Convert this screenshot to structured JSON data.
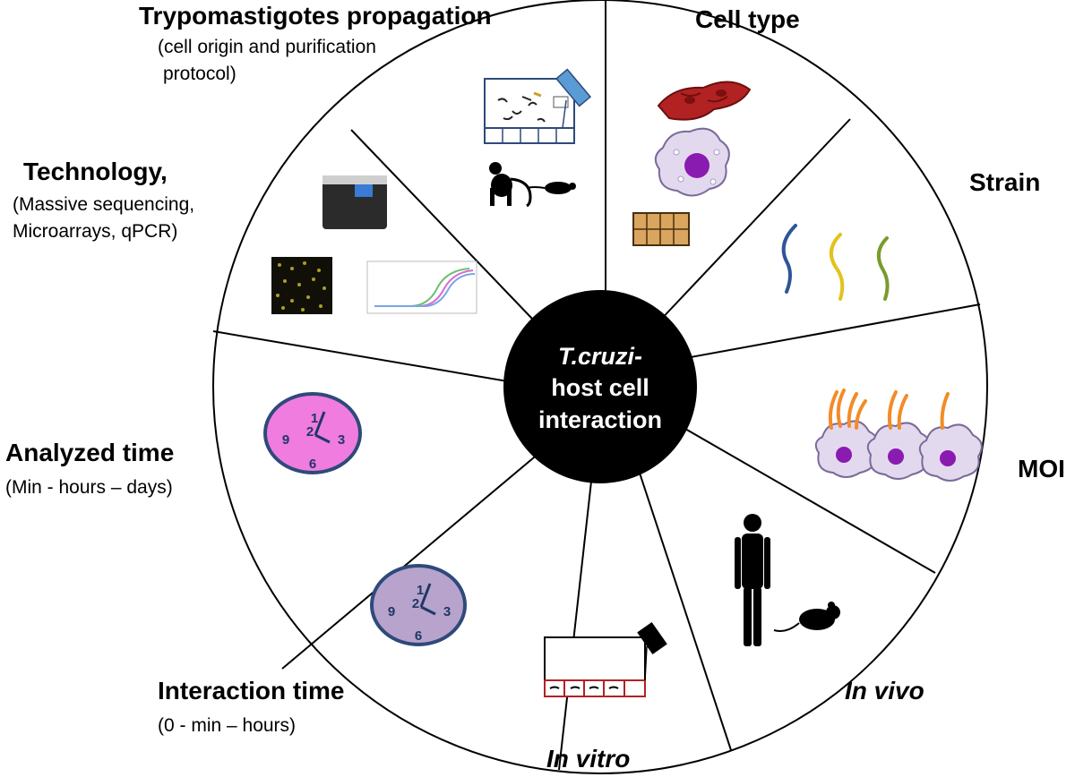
{
  "center": {
    "line1": "T.cruzi-",
    "line2": "host cell",
    "line3": "interaction"
  },
  "segments": {
    "trypomastigotes": {
      "title": "Trypomastigotes propagation",
      "subtitle_line1": "(cell origin and purification",
      "subtitle_line2": "protocol)"
    },
    "cell_type": {
      "title": "Cell type"
    },
    "strain": {
      "title": "Strain"
    },
    "moi": {
      "title": "MOI"
    },
    "in_vivo": {
      "title": "In vivo"
    },
    "in_vitro": {
      "title": "In vitro"
    },
    "interaction_time": {
      "title": "Interaction time",
      "subtitle": "(0 - min – hours)"
    },
    "analyzed_time": {
      "title": "Analyzed time",
      "subtitle": "(Min - hours – days)"
    },
    "technology": {
      "title": "Technology,",
      "subtitle_line1": "(Massive sequencing,",
      "subtitle_line2": "Microarrays, qPCR)"
    }
  },
  "clock_numbers": {
    "n12": "1",
    "n3": "3",
    "n6": "6",
    "n9": "9",
    "n2": "2"
  },
  "colors": {
    "analyzed_clock_face": "#f07ce0",
    "interaction_clock_face": "#b7a3cc",
    "clock_rim": "#2e4a7a",
    "cell_cytoplasm": "#e3d9ef",
    "cell_nucleus": "#8a1bb0",
    "strain_colors": [
      "#2f5597",
      "#e3c21b",
      "#7a9a2e"
    ],
    "moi_parasite": "#f28c28",
    "cell_type_red": "#b22222",
    "center_fill": "#000000",
    "center_text": "#ffffff"
  },
  "icons": [
    "culture-flask-icon",
    "monkey-icon",
    "rat-icon",
    "red-cell-cluster-icon",
    "macrophage-icon",
    "epithelial-tissue-icon",
    "sequencer-icon",
    "microarray-icon",
    "qpcr-curve-icon",
    "parasite-strain-icon",
    "infected-cell-icon",
    "human-silhouette-icon",
    "mouse-icon",
    "culture-plate-icon",
    "clock-icon"
  ]
}
